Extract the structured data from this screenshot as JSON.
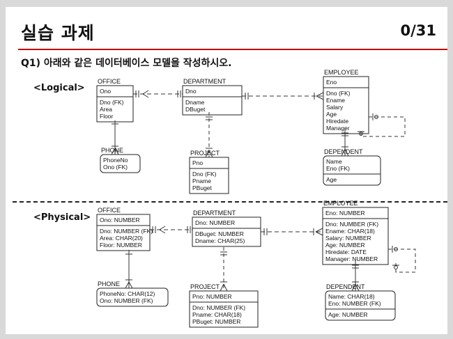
{
  "slide": {
    "title": "실습 과제",
    "page": "0/31",
    "question": "Q1) 아래와 같은 데이터베이스 모델을 작성하시오."
  },
  "logical": {
    "label": "<Logical>",
    "office": {
      "name": "OFFICE",
      "key": [
        "Ono"
      ],
      "attrs": [
        "Dno (FK)",
        "Area",
        "Floor"
      ]
    },
    "department": {
      "name": "DEPARTMENT",
      "key": [
        "Dno"
      ],
      "attrs": [
        "Dname",
        "DBuget"
      ]
    },
    "employee": {
      "name": "EMPLOYEE",
      "key": [
        "Eno"
      ],
      "attrs": [
        "Dno (FK)",
        "Ename",
        "Salary",
        "Age",
        "Hiredate",
        "Manager"
      ]
    },
    "phone": {
      "name": "PHONE",
      "key": [
        "PhoneNo",
        "Ono (FK)"
      ],
      "attrs": []
    },
    "project": {
      "name": "PROJECT",
      "key": [
        "Pno"
      ],
      "attrs": [
        "Dno (FK)",
        "Pname",
        "PBuget"
      ]
    },
    "dependent": {
      "name": "DEPENDENT",
      "key": [
        "Name",
        "Eno (FK)"
      ],
      "attrs": [
        "Age"
      ]
    }
  },
  "physical": {
    "label": "<Physical>",
    "office": {
      "name": "OFFICE",
      "key": [
        "Ono: NUMBER"
      ],
      "attrs": [
        "Dno: NUMBER (FK)",
        "Area: CHAR(20)",
        "Floor: NUMBER"
      ]
    },
    "department": {
      "name": "DEPARTMENT",
      "key": [
        "Dno: NUMBER"
      ],
      "attrs": [
        "DBuget: NUMBER",
        "Dname: CHAR(25)"
      ]
    },
    "employee": {
      "name": "EMPLOYEE",
      "key": [
        "Eno: NUMBER"
      ],
      "attrs": [
        "Dno: NUMBER (FK)",
        "Ename: CHAR(18)",
        "Salary: NUMBER",
        "Age: NUMBER",
        "Hiredate: DATE",
        "Manager: NUMBER"
      ]
    },
    "phone": {
      "name": "PHONE",
      "key": [
        "PhoneNo: CHAR(12)",
        "Ono: NUMBER (FK)"
      ],
      "attrs": []
    },
    "project": {
      "name": "PROJECT",
      "key": [
        "Pno: NUMBER"
      ],
      "attrs": [
        "Dno: NUMBER (FK)",
        "Pname: CHAR(18)",
        "PBuget: NUMBER"
      ]
    },
    "dependent": {
      "name": "DEPENDENT",
      "key": [
        "Name: CHAR(18)",
        "Eno: NUMBER (FK)"
      ],
      "attrs": [
        "Age: NUMBER"
      ]
    }
  }
}
